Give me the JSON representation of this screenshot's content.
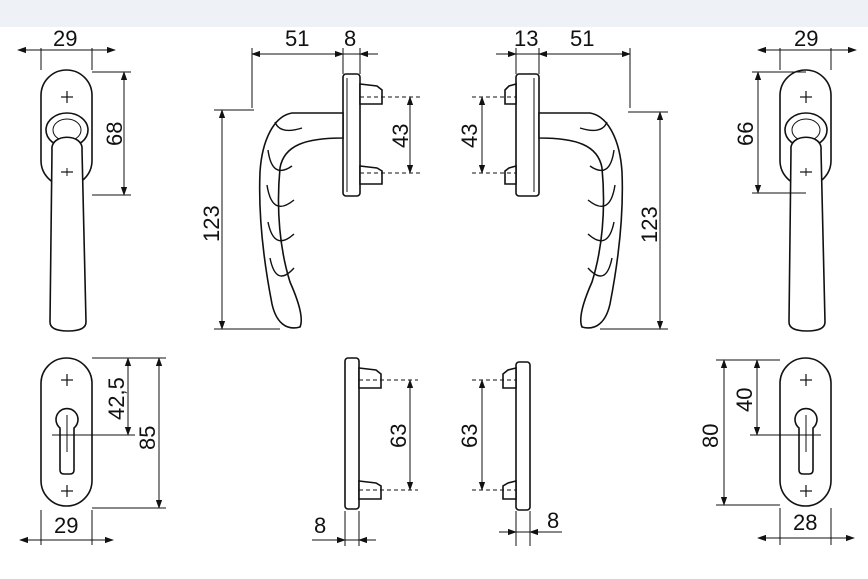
{
  "dimensions": {
    "d1_width": "29",
    "d1_height": "68",
    "d2_offset": "51",
    "d2_base": "8",
    "d2_height": "123",
    "d2_pitch": "43",
    "d3_base": "13",
    "d3_offset": "51",
    "d3_pitch": "43",
    "d3_height": "123",
    "d4_width": "29",
    "d4_height": "66",
    "d5_half": "42,5",
    "d5_height": "85",
    "d5_width": "29",
    "d6_pitch": "63",
    "d6_base": "8",
    "d7_pitch": "63",
    "d7_base": "8",
    "d8_half": "40",
    "d8_height": "80",
    "d8_width": "28"
  },
  "colors": {
    "line": "#111111",
    "topbar": "#eef1f5"
  }
}
